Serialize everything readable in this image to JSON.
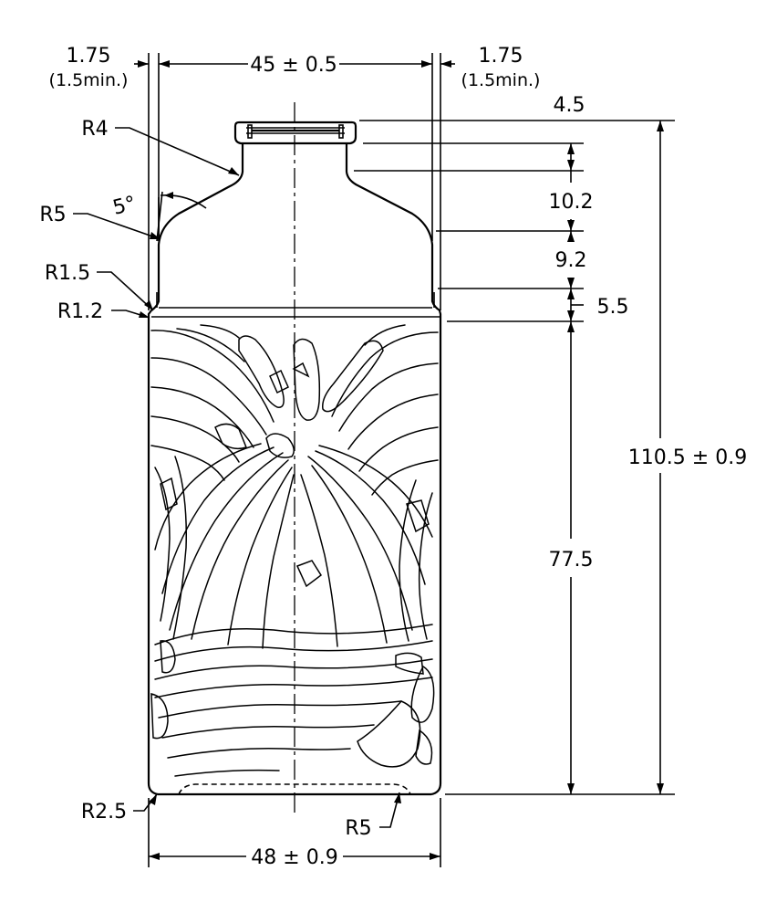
{
  "dimensions": {
    "left_wall": {
      "value": "1.75",
      "note": "(1.5min.)"
    },
    "right_wall": {
      "value": "1.75",
      "note": "(1.5min.)"
    },
    "shoulder_width": "45 ± 0.5",
    "body_width": "48 ± 0.9",
    "total_height": "110.5 ± 0.9",
    "finish_height": "4.5",
    "neck_height": "10.2",
    "shoulder_height": "9.2",
    "transition_height": "5.5",
    "body_height": "77.5",
    "angle": "5°"
  },
  "radii": {
    "neck": "R4",
    "shoulder": "R5",
    "upper_corner": "R1.5",
    "lower_corner": "R1.2",
    "base_corner": "R2.5",
    "base_dome": "R5"
  }
}
